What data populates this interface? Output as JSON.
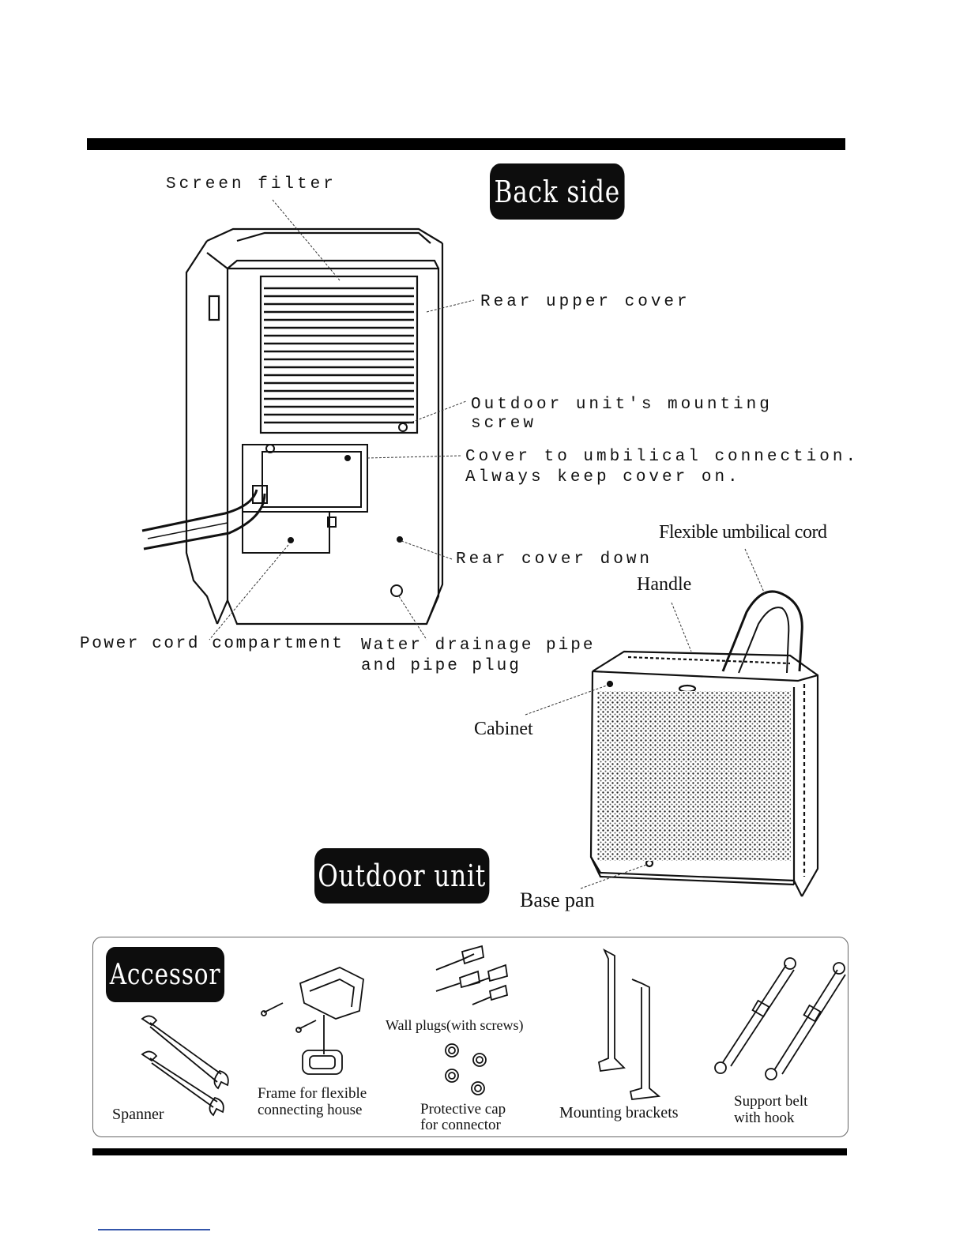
{
  "back_side": {
    "title": "Back side",
    "labels": {
      "screen_filter": "Screen filter",
      "rear_upper_cover": "Rear upper cover",
      "mounting_screw_line1": "Outdoor unit's mounting",
      "mounting_screw_line2": "screw",
      "umbilical_cover_line1": "Cover to umbilical connection.",
      "umbilical_cover_line2": "Always keep cover on.",
      "rear_cover_down": "Rear cover down",
      "power_cord_compartment": "Power cord compartment",
      "drainage_line1": "Water drainage pipe",
      "drainage_line2": "and pipe plug"
    }
  },
  "outdoor_unit": {
    "title": "Outdoor unit",
    "labels": {
      "flexible_cord": "Flexible umbilical cord",
      "handle": "Handle",
      "cabinet": "Cabinet",
      "base_pan": "Base pan"
    }
  },
  "accessories": {
    "title": "Accessor",
    "items": {
      "spanner": "Spanner",
      "frame_line1": "Frame for flexible",
      "frame_line2": "connecting house",
      "wall_plugs": "Wall plugs(with screws)",
      "cap_line1": "Protective cap",
      "cap_line2": "for connector",
      "brackets": "Mounting brackets",
      "belt_line1": "Support belt",
      "belt_line2": "with hook"
    }
  }
}
